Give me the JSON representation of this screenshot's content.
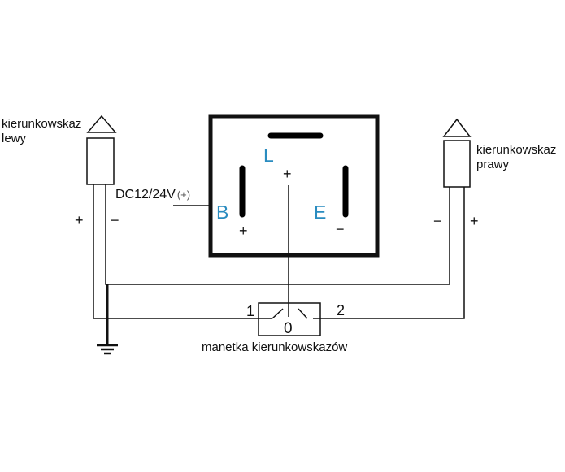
{
  "lamps": {
    "left": {
      "line1": "kierunkowskaz",
      "line2": "lewy",
      "plus": "+",
      "minus": "−"
    },
    "right": {
      "line1": "kierunkowskaz",
      "line2": "prawy",
      "plus": "+",
      "minus": "−"
    }
  },
  "supply": {
    "label": "DC12/24V",
    "polarity": "(+)"
  },
  "relay": {
    "pins": {
      "L": "L",
      "B": "B",
      "E": "E"
    },
    "signs": {
      "L": "+",
      "B": "+",
      "E": "−"
    },
    "pin_color": "#2a8cc0"
  },
  "switch": {
    "caption": "manetka kierunkowskazów",
    "pos1": "1",
    "pos0": "0",
    "pos2": "2"
  }
}
